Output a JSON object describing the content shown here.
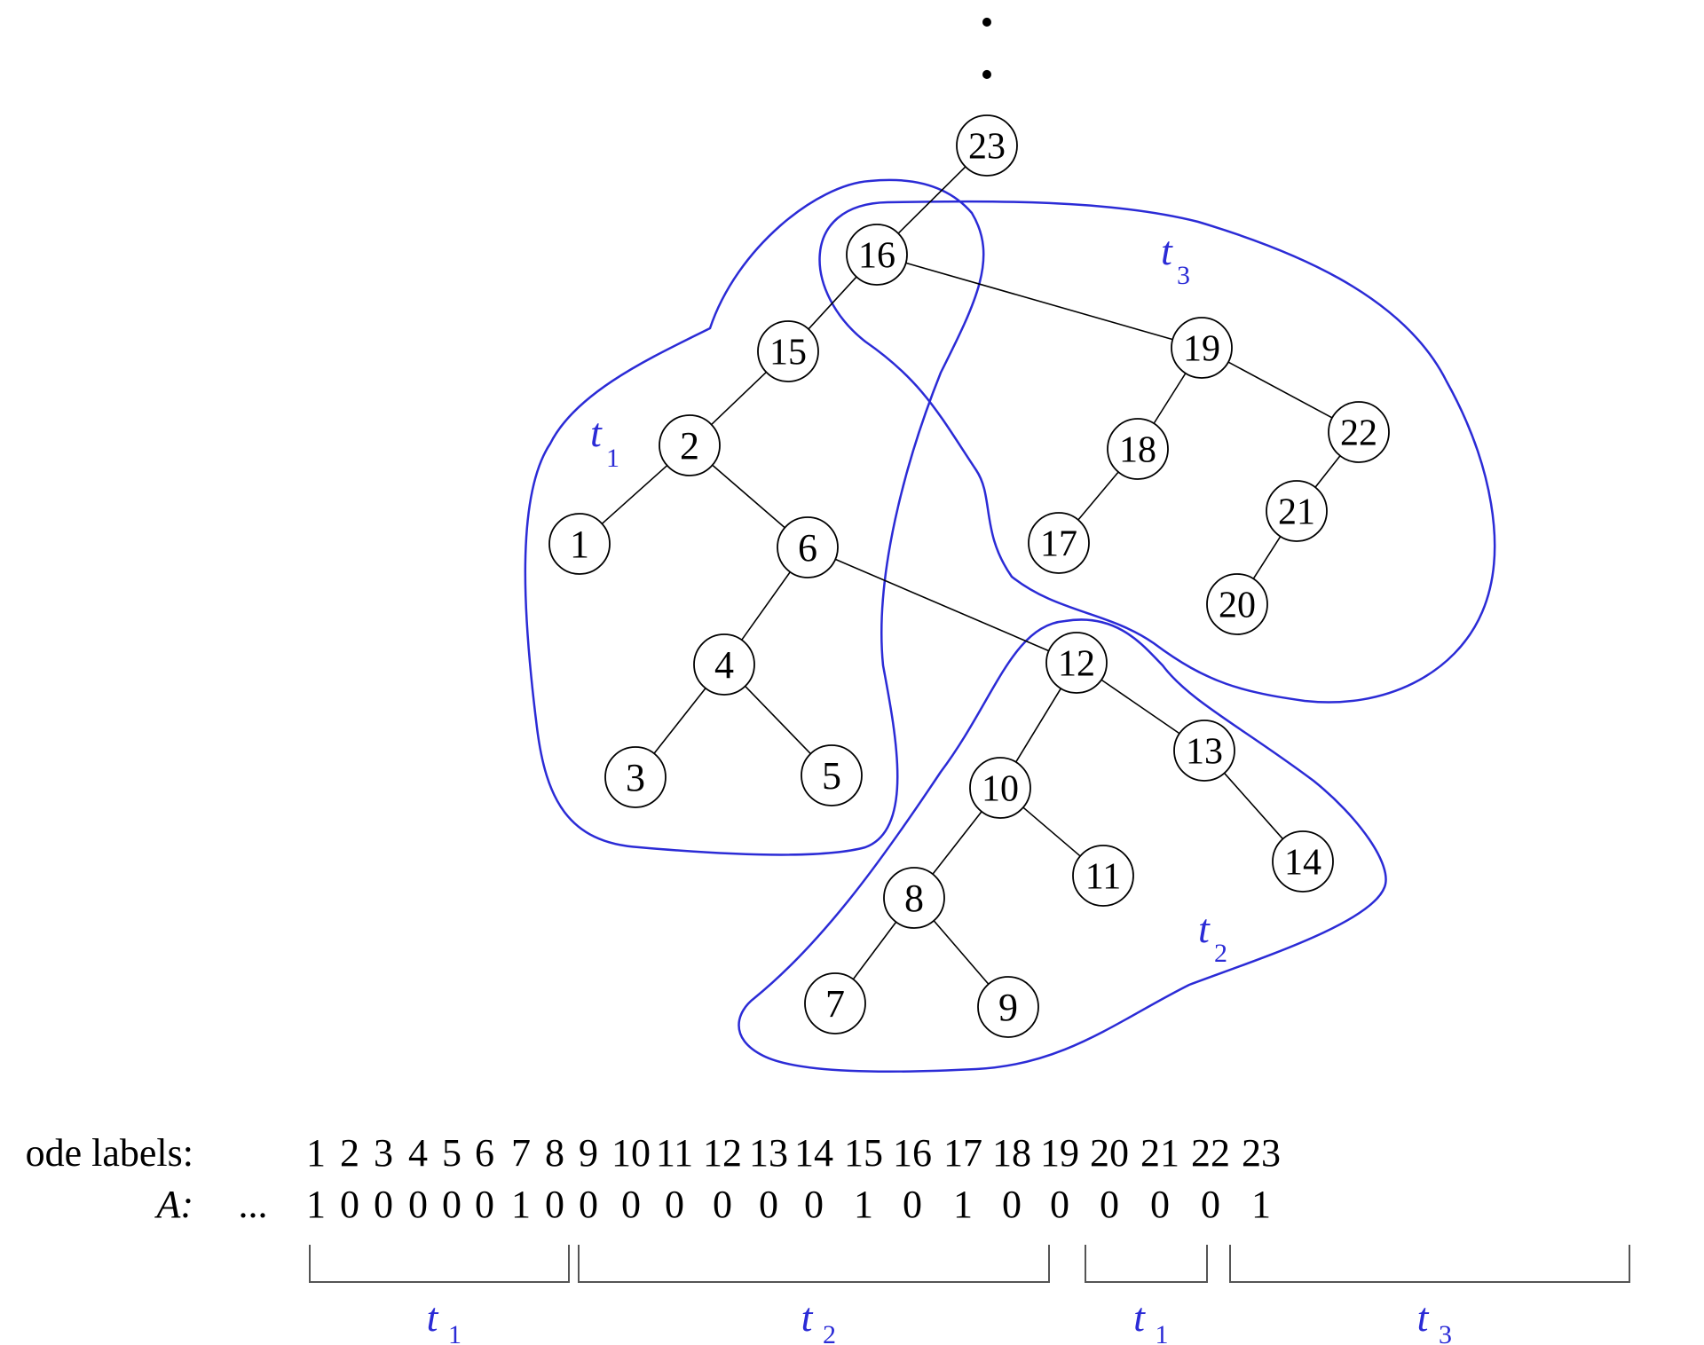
{
  "colors": {
    "ink": "#000000",
    "accent": "#2b2bd6",
    "bracket": "#555555",
    "background": "#ffffff"
  },
  "tree": {
    "ellipsis": "•",
    "nodes": [
      "23",
      "16",
      "15",
      "19",
      "2",
      "18",
      "22",
      "1",
      "6",
      "17",
      "21",
      "20",
      "4",
      "12",
      "3",
      "5",
      "13",
      "10",
      "14",
      "11",
      "8",
      "7",
      "9"
    ],
    "edges": [
      [
        "23",
        "16"
      ],
      [
        "16",
        "15"
      ],
      [
        "16",
        "19"
      ],
      [
        "15",
        "2"
      ],
      [
        "2",
        "1"
      ],
      [
        "2",
        "6"
      ],
      [
        "6",
        "4"
      ],
      [
        "6",
        "12"
      ],
      [
        "4",
        "3"
      ],
      [
        "4",
        "5"
      ],
      [
        "12",
        "10"
      ],
      [
        "12",
        "13"
      ],
      [
        "13",
        "14"
      ],
      [
        "10",
        "8"
      ],
      [
        "10",
        "11"
      ],
      [
        "8",
        "7"
      ],
      [
        "8",
        "9"
      ],
      [
        "19",
        "18"
      ],
      [
        "19",
        "22"
      ],
      [
        "18",
        "17"
      ],
      [
        "22",
        "21"
      ],
      [
        "21",
        "20"
      ]
    ],
    "region_labels": {
      "t1": {
        "base": "t",
        "sub": "1"
      },
      "t2": {
        "base": "t",
        "sub": "2"
      },
      "t3": {
        "base": "t",
        "sub": "3"
      }
    }
  },
  "array": {
    "node_labels_title": "ode labels:",
    "a_title": "A:",
    "ellipsis": "...",
    "node_labels": [
      "1",
      "2",
      "3",
      "4",
      "5",
      "6",
      "7",
      "8",
      "9",
      "10",
      "11",
      "12",
      "13",
      "14",
      "15",
      "16",
      "17",
      "18",
      "19",
      "20",
      "21",
      "22",
      "23"
    ],
    "a_values": [
      "1",
      "0",
      "0",
      "0",
      "0",
      "0",
      "1",
      "0",
      "0",
      "0",
      "0",
      "0",
      "0",
      "0",
      "1",
      "0",
      "1",
      "0",
      "0",
      "0",
      "0",
      "0",
      "1"
    ],
    "groups": [
      {
        "base": "t",
        "sub": "1"
      },
      {
        "base": "t",
        "sub": "2"
      },
      {
        "base": "t",
        "sub": "1"
      },
      {
        "base": "t",
        "sub": "3"
      }
    ]
  }
}
